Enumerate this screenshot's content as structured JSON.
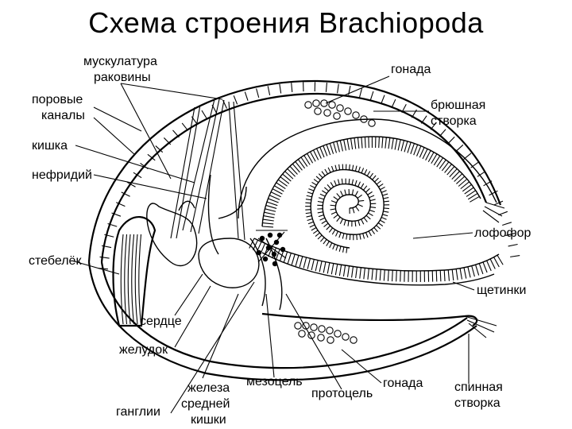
{
  "title": "Схема строения Brachiopoda",
  "labels": {
    "shell_muscles_1": "мускулатура",
    "shell_muscles_2": "раковины",
    "gonad_top": "гонада",
    "pore_canals_1": "поровые",
    "pore_canals_2": "каналы",
    "ventral_valve_1": "брюшная",
    "ventral_valve_2": "створка",
    "intestine": "кишка",
    "nephridium": "нефридий",
    "lophophore": "лофофор",
    "pedicle": "стебелёк",
    "setae": "щетинки",
    "heart": "сердце",
    "stomach": "желудок",
    "mesocoel": "мезоцель",
    "gonad_bottom": "гонада",
    "dorsal_valve_1": "спинная",
    "dorsal_valve_2": "створка",
    "midgut_gland_1": "железа",
    "midgut_gland_2": "средней",
    "midgut_gland_3": "кишки",
    "protocoel": "протоцель",
    "ganglia": "ганглии"
  }
}
